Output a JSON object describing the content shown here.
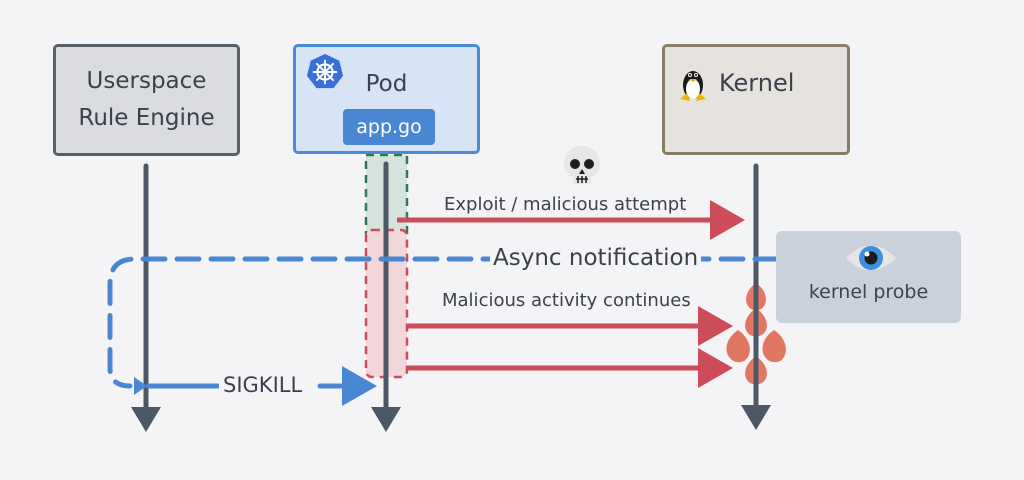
{
  "participants": {
    "engine": {
      "label_line1": "Userspace",
      "label_line2": "Rule Engine"
    },
    "pod": {
      "label": "Pod",
      "app": "app.go",
      "icon": "kubernetes-helm-icon"
    },
    "kernel": {
      "label": "Kernel",
      "icon": "tux-penguin-icon"
    }
  },
  "probe": {
    "label": "kernel probe",
    "icon": "eye-icon"
  },
  "messages": {
    "exploit": "Exploit / malicious attempt",
    "async": "Async notification",
    "continues": "Malicious activity continues",
    "sigkill": "SIGKILL"
  },
  "icons": {
    "skull": "skull-icon",
    "fire": "fire-icon"
  },
  "colors": {
    "lifeline": "#4c5865",
    "malicious": "#cc4c5a",
    "notify": "#4a87d2",
    "fire": "#e0705a",
    "pod_safe_zone": "#2f7a55",
    "pod_compromised_zone": "#cc4c5a"
  }
}
